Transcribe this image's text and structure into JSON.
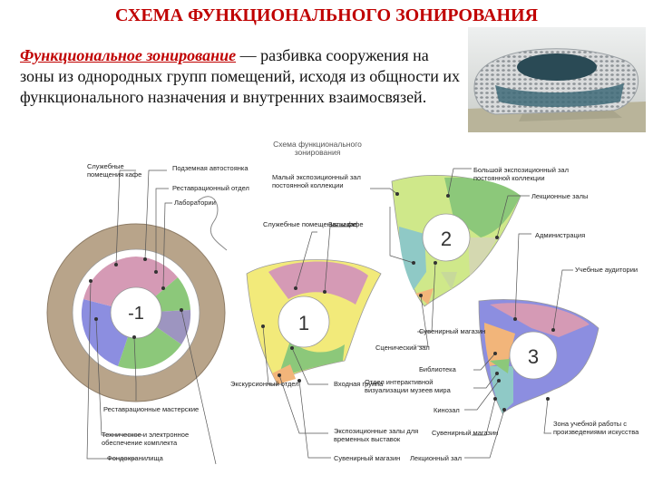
{
  "page": {
    "title": "СХЕМА ФУНКЦИОНАЛЬНОГО ЗОНИРОВАНИЯ",
    "definition_term": "Функциональное зонирование",
    "definition_text": " — разбивка сооружения на зоны из однородных групп помещений, исходя из общности их функционального назначения и внутренних взаимосвязей."
  },
  "diagram": {
    "title": "Схема функционального зонирования",
    "zones": [
      {
        "id": "zone-minus1",
        "number": "-1"
      },
      {
        "id": "zone-1",
        "number": "1"
      },
      {
        "id": "zone-2",
        "number": "2"
      },
      {
        "id": "zone-3",
        "number": "3"
      }
    ],
    "labels": {
      "sluzhebnye_kafe_1": "Служебные помещения кафе",
      "podzemnaya_avtostoyanka": "Подземная автостоянка",
      "restavr_otdel": "Реставрационный отдел",
      "laboratorii": "Лаборатории",
      "restavr_masterskie": "Реставрационные мастерские",
      "tekhn_obespechenie": "Техническое и электронное обеспечение комплекта",
      "fondokhranilishche": "Фондохранилища",
      "maly_zal": "Малый экспозиционный зал постоянной коллекции",
      "bolshoy_zal": "Большой экспозиционный зал постоянной коллекции",
      "lektsionnye_zaly": "Лекционные залы",
      "sluzhebnye_kafe_2": "Служебные помещения кафе",
      "zaly_kafe": "Залы кафе",
      "administratsiya": "Администрация",
      "uchebnye_auditorii": "Учебные аудитории",
      "suvenirny_1": "Сувенирный магазин",
      "stsenicheskiy_zal": "Сценический зал",
      "biblioteka": "Библиотека",
      "otdel_vizualizatsii": "Отдел интерактивной визуализации музеев мира",
      "ekskursionny_otdel": "Экскурсионный отдел",
      "vkhodnaya_gruppa": "Входная группа",
      "kinozal": "Кинозал",
      "vremennye_vystavki": "Экспозиционные залы для временных выставок",
      "suvenirny_2": "Сувенирный магазин",
      "zona_uchebnoy": "Зона учебной работы с произведениями искусства",
      "suvenirny_3": "Сувенирный магазин",
      "lektsionny_zal": "Лекционный зал"
    }
  },
  "colors": {
    "title_red": "#c00000",
    "pink": "#d59ab5",
    "blue": "#8c8ee0",
    "green": "#8cc87a",
    "lightgreen": "#cfe88a",
    "teal": "#8fc9c6",
    "yellow": "#f2ea7a",
    "orange": "#f2b57a",
    "ring": "#b8a48a"
  }
}
